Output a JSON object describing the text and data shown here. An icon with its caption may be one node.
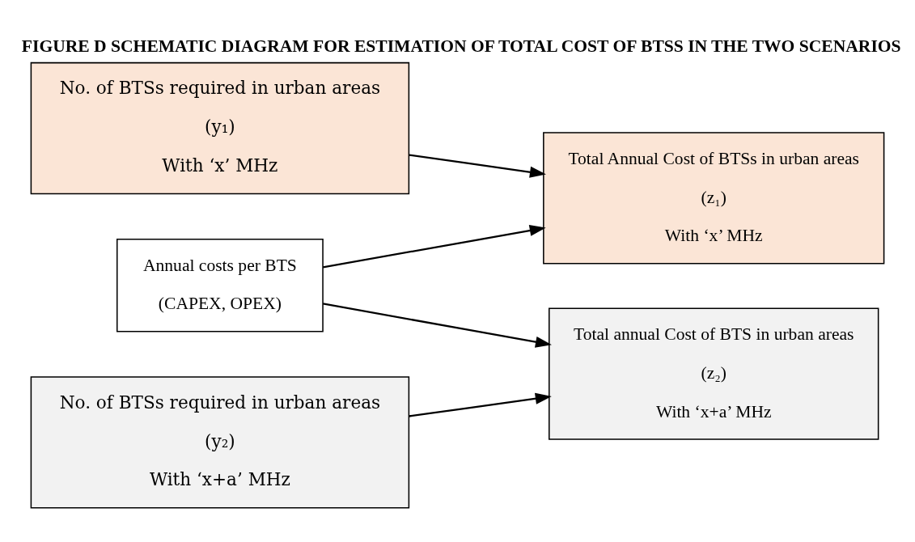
{
  "diagram": {
    "title": "FIGURE D SCHEMATIC DIAGRAM FOR ESTIMATION OF TOTAL COST OF BTSS IN THE TWO SCENARIOS",
    "nodes": [
      {
        "text": [
          "No. of BTSs required in urban areas",
          "(y₁)",
          "With ‘x’ MHz"
        ]
      },
      {
        "text": [
          "Total Annual Cost of BTSs in urban areas",
          "(z₁)",
          "With ‘x’ MHz"
        ]
      },
      {
        "text": [
          "Annual costs per BTS",
          "(CAPEX, OPEX)"
        ]
      },
      {
        "text": [
          "No. of BTSs required in urban areas",
          "(y₂)",
          "With ‘x+a’ MHz"
        ]
      },
      {
        "text": [
          "Total annual Cost of BTS in urban areas",
          "(z₂)",
          "With ‘x+a’ MHz"
        ]
      }
    ],
    "edges": [
      {
        "from": 0,
        "to": 1,
        "arrow": "to"
      },
      {
        "from": 2,
        "to": 1,
        "arrow": "to"
      },
      {
        "from": 2,
        "to": 4,
        "arrow": "to"
      },
      {
        "from": 3,
        "to": 4,
        "arrow": "to"
      }
    ]
  }
}
